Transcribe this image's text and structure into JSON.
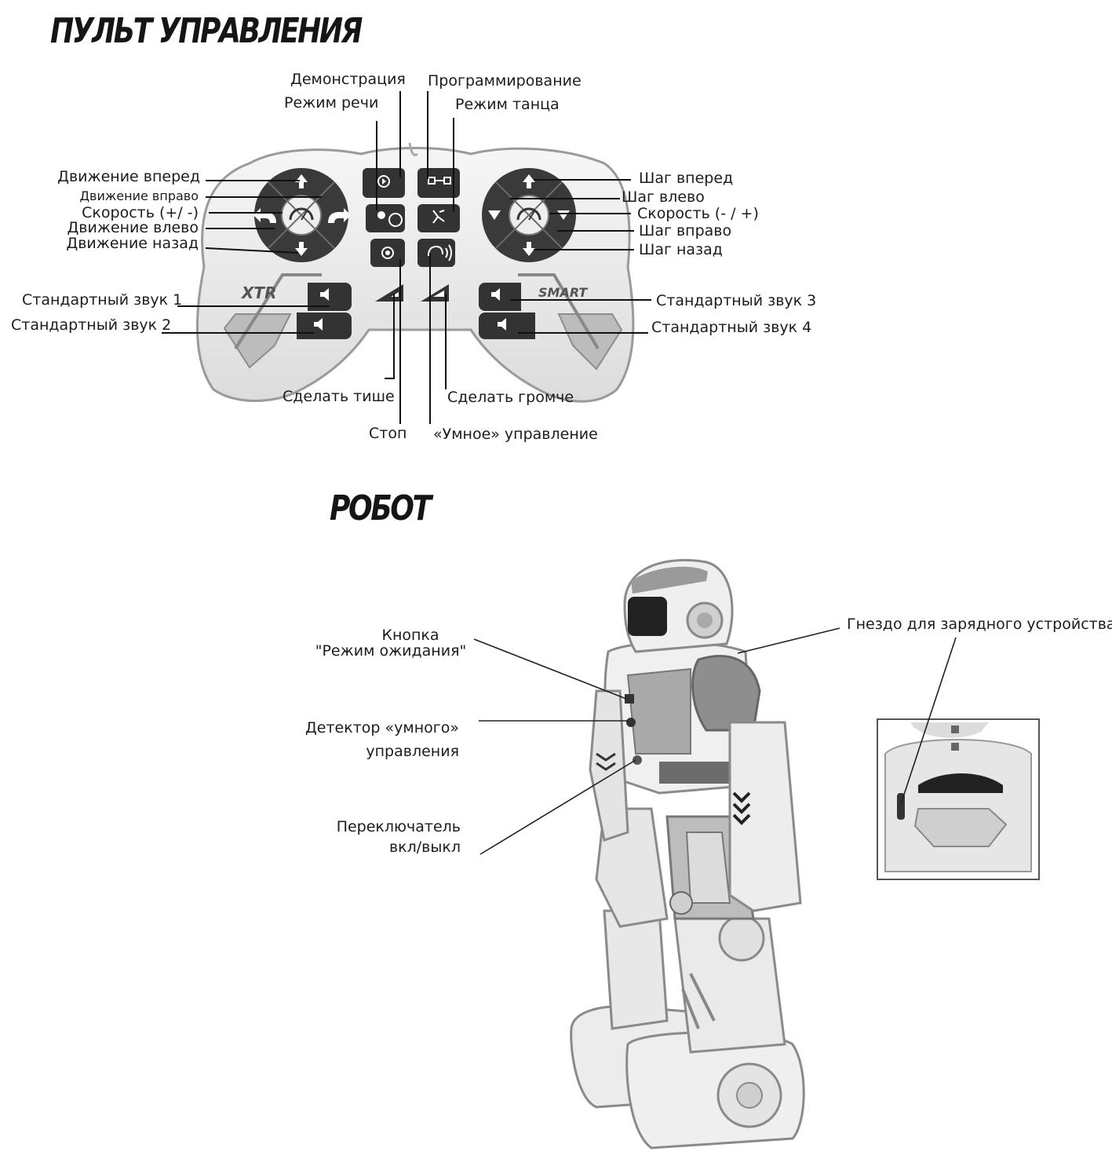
{
  "remote": {
    "title": "ПУЛЬТ УПРАВЛЕНИЯ",
    "brand_left": "XTR",
    "brand_right": "SMART",
    "labels": {
      "demo": "Демонстрация",
      "speech": "Режим речи",
      "program": "Программирование",
      "dance": "Режим танца",
      "fwd_move": "Движение вперед",
      "right_move": "Движение вправо",
      "speed_left": "Скорость (+/ -)",
      "left_move": "Движение влево",
      "back_move": "Движение назад",
      "step_fwd": "Шаг вперед",
      "step_left": "Шаг влево",
      "speed_right": "Скорость (- / +)",
      "step_right": "Шаг вправо",
      "step_back": "Шаг назад",
      "sound1": "Стандартный звук 1",
      "sound2": "Стандартный звук 2",
      "sound3": "Стандартный звук 3",
      "sound4": "Стандартный звук 4",
      "quieter": "Сделать тише",
      "louder": "Сделать громче",
      "stop": "Стоп",
      "smart_control": "«Умное» управление"
    }
  },
  "robot": {
    "title": "РОБОТ",
    "labels": {
      "standby_line1": "Кнопка",
      "standby_line2": "\"Режим ожидания\"",
      "detector_line1": "Детектор «умного»",
      "detector_line2": "управления",
      "switch_line1": "Переключатель",
      "switch_line2": "вкл/выкл",
      "charger": "Гнездо для зарядного устройства"
    }
  },
  "icons": [
    "arrow-up-icon",
    "arrow-down-icon",
    "turn-left-icon",
    "turn-right-icon",
    "speedometer-icon",
    "play-icon",
    "program-icon",
    "speech-icon",
    "dance-icon",
    "stop-icon",
    "hand-icon",
    "speaker-icon",
    "volume-down-icon",
    "volume-up-icon"
  ],
  "colors": {
    "ink": "#1a1a1a",
    "body_light": "#eeeeee",
    "body_mid": "#9a9a9a",
    "button_dark": "#333333"
  }
}
